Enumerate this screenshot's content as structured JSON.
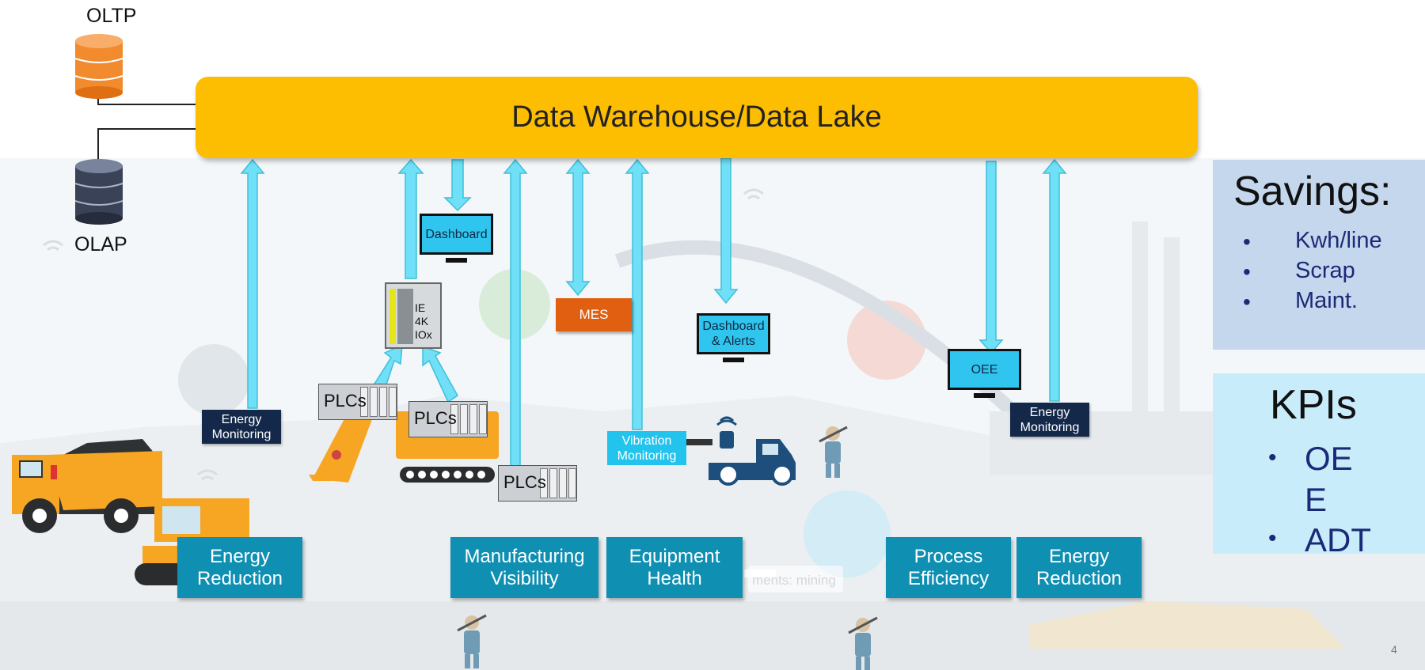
{
  "slide": {
    "warehouse_label": "Data Warehouse/Data Lake",
    "databases": {
      "oltp": "OLTP",
      "olap": "OLAP"
    },
    "devices": {
      "dashboard": "Dashboard",
      "dashboard_alerts": "Dashboard & Alerts",
      "oee": "OEE",
      "mes": "MES",
      "iox": "IE 4K IOx",
      "vibration": "Vibration Monitoring",
      "plc": "PLCs"
    },
    "energy_monitoring_labels": [
      "Energy Monitoring",
      "Energy Monitoring"
    ],
    "use_cases": [
      "Energy Reduction",
      "Manufacturing Visibility",
      "Equipment Health",
      "Process Efficiency",
      "Energy Reduction"
    ],
    "faded_background_text": "ments: mining",
    "savings": {
      "title": "Savings:",
      "items": [
        "Kwh/line",
        "Scrap",
        "Maint."
      ]
    },
    "kpis": {
      "title": "KPIs",
      "items": [
        "OE E",
        "ADT"
      ]
    },
    "page_number": "4",
    "colors": {
      "warehouse": "#fdbd00",
      "use_case": "#0f8fb2",
      "navy": "#14294a",
      "arrow": "#6fe0f7",
      "mes": "#e05f10",
      "savings_panel": "#c5d7ec",
      "kpi_panel": "#c8ecfa"
    },
    "icons": [
      "database-orange-icon",
      "database-dark-icon",
      "dump-truck-icon",
      "loader-icon",
      "excavator-icon",
      "pickup-truck-icon",
      "miner-icon",
      "wireless-icon"
    ]
  }
}
